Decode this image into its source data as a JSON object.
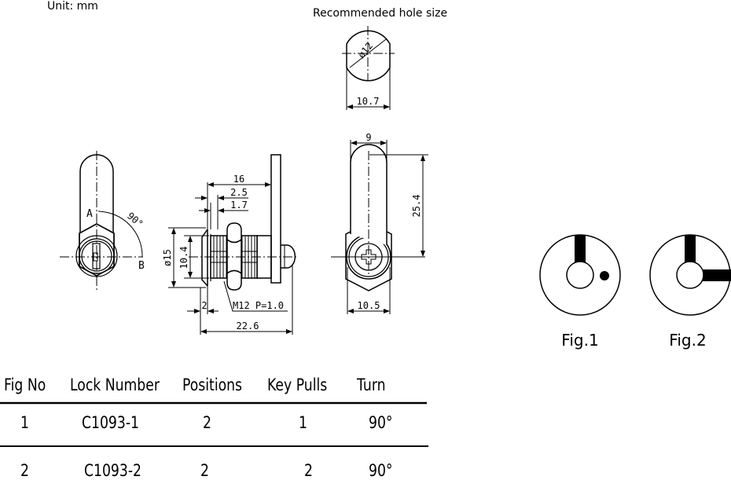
{
  "unit_label": "Unit:  mm",
  "hole": {
    "title": "Recommended hole size",
    "diameter_label": "ø12",
    "width_label": "10.7"
  },
  "front_view": {
    "label_a": "A",
    "label_b": "B",
    "angle_label": "90°"
  },
  "side_view": {
    "dim_16": "16",
    "dim_2_5": "2.5",
    "dim_1_7": "1.7",
    "dim_d15": "ø15",
    "dim_10_4": "10.4",
    "dim_2": "2",
    "thread_label": "M12  P=1.0",
    "dim_22_6": "22.6"
  },
  "rear_view": {
    "dim_9": "9",
    "dim_25_4": "25.4",
    "dim_10_5": "10.5"
  },
  "figures": [
    {
      "label": "Fig.1"
    },
    {
      "label": "Fig.2"
    }
  ],
  "table": {
    "headers": [
      "Fig No",
      "Lock Number",
      "Positions",
      "Key Pulls",
      "Turn"
    ],
    "rows": [
      [
        "1",
        "C1093-1",
        "2",
        "1",
        "90°"
      ],
      [
        "2",
        "C1093-2",
        "2",
        "2",
        "90°"
      ]
    ]
  },
  "colors": {
    "ink": "#000000",
    "paper": "#ffffff"
  }
}
